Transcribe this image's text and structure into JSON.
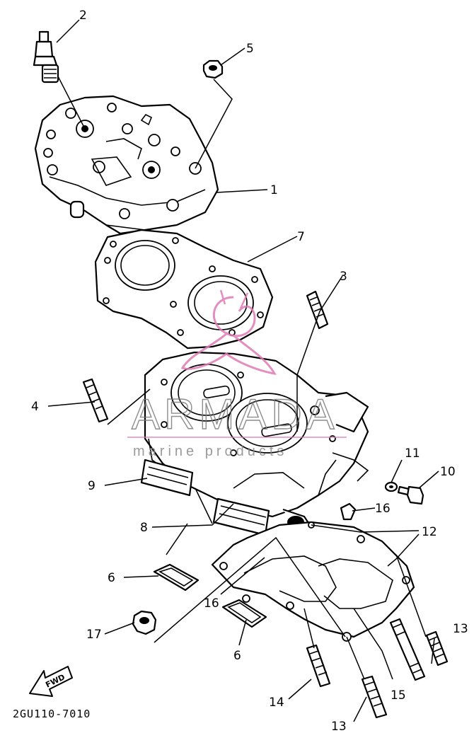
{
  "diagram": {
    "callouts": [
      {
        "id": "c2",
        "text": "2"
      },
      {
        "id": "c5",
        "text": "5"
      },
      {
        "id": "c1",
        "text": "1"
      },
      {
        "id": "c7",
        "text": "7"
      },
      {
        "id": "c3",
        "text": "3"
      },
      {
        "id": "c4",
        "text": "4"
      },
      {
        "id": "c9",
        "text": "9"
      },
      {
        "id": "c11",
        "text": "11"
      },
      {
        "id": "c10",
        "text": "10"
      },
      {
        "id": "c16a",
        "text": "16"
      },
      {
        "id": "c8",
        "text": "8"
      },
      {
        "id": "c12",
        "text": "12"
      },
      {
        "id": "c6a",
        "text": "6"
      },
      {
        "id": "c16b",
        "text": "16"
      },
      {
        "id": "c17",
        "text": "17"
      },
      {
        "id": "c6b",
        "text": "6"
      },
      {
        "id": "c13a",
        "text": "13"
      },
      {
        "id": "c14",
        "text": "14"
      },
      {
        "id": "c15",
        "text": "15"
      },
      {
        "id": "c13b",
        "text": "13"
      }
    ],
    "fwd_label": "FWD",
    "diagram_code": "2GU110-7010"
  },
  "watermark": {
    "brand": "ARMADA",
    "tagline": "marine products",
    "color": "#e07bb5"
  }
}
